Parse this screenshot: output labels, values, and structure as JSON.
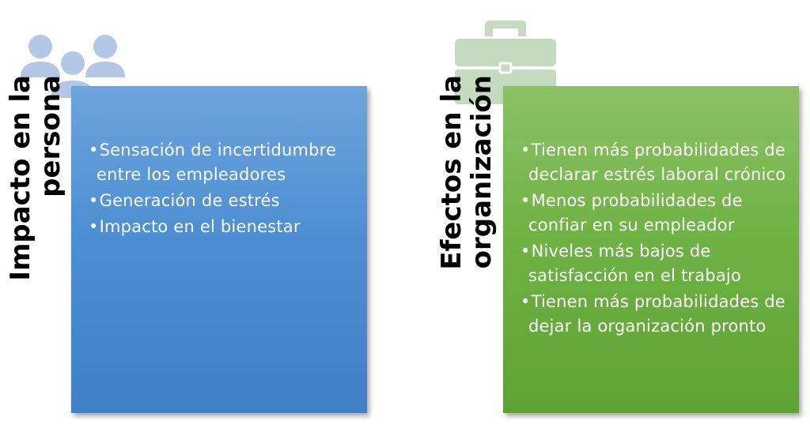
{
  "persona": {
    "title_line1": "Impacto en la",
    "title_line2": "persona",
    "items": [
      "Sensación de incertidumbre entre los empleadores",
      "Generación de estrés",
      "Impacto en el bienestar"
    ],
    "icon": "users-group-icon",
    "color": "#4d8fd2"
  },
  "organizacion": {
    "title_line1": "Efectos en la",
    "title_line2": "organización",
    "items": [
      "Tienen más probabilidades de declarar estrés laboral crónico",
      "Menos probabilidades de confiar en su empleador",
      "Niveles más bajos de satisfacción en el trabajo",
      "Tienen más probabilidades de dejar la organización pronto"
    ],
    "icon": "briefcase-icon",
    "color": "#6fb245"
  }
}
